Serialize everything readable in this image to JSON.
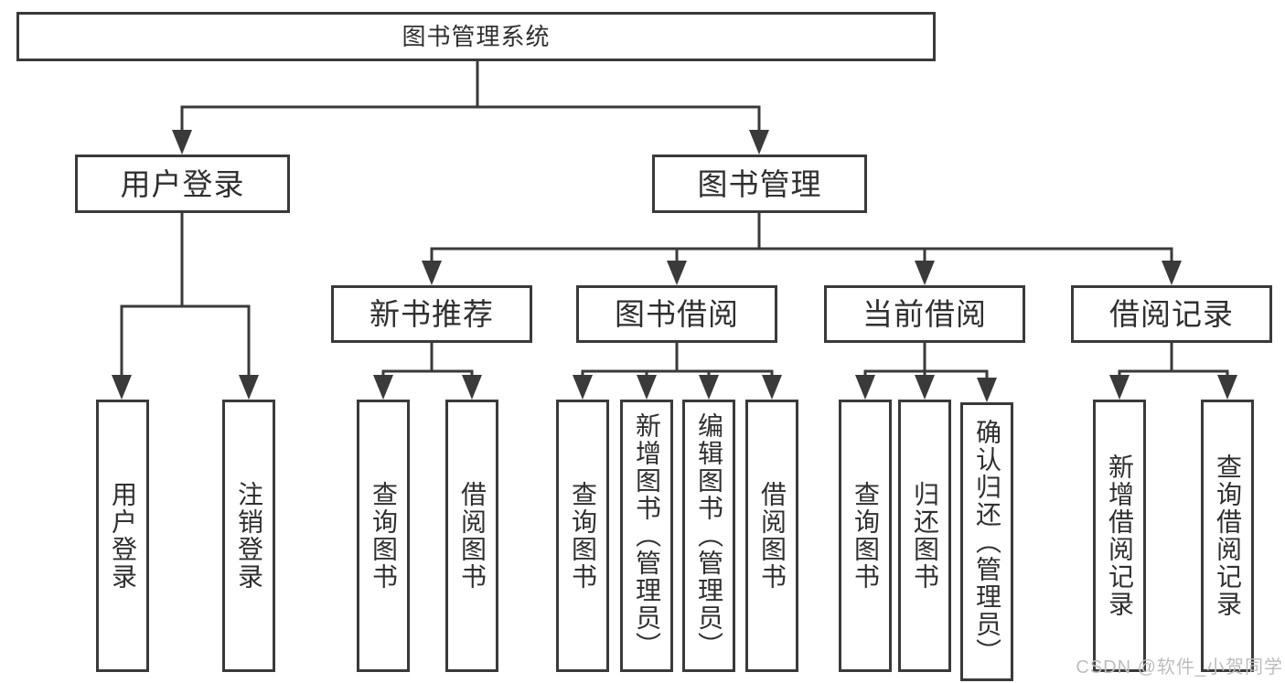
{
  "diagram": {
    "root": "图书管理系统",
    "login": {
      "label": "用户登录",
      "children": [
        "用户登录",
        "注销登录"
      ]
    },
    "management": {
      "label": "图书管理",
      "groups": [
        {
          "label": "新书推荐",
          "children": [
            "查询图书",
            "借阅图书"
          ]
        },
        {
          "label": "图书借阅",
          "children": [
            "查询图书",
            "新增图书（管理员）",
            "编辑图书（管理员）",
            "借阅图书"
          ]
        },
        {
          "label": "当前借阅",
          "children": [
            "查询图书",
            "归还图书",
            "确认归还（管理员）"
          ]
        },
        {
          "label": "借阅记录",
          "children": [
            "新增借阅记录",
            "查询借阅记录"
          ]
        }
      ]
    }
  },
  "watermark": {
    "text": "CSDN @软件_小贺同学"
  },
  "colors": {
    "line": "#3a3a3a",
    "text": "#2f2f2f",
    "watermark": "#bdbdbd",
    "background": "#ffffff"
  }
}
